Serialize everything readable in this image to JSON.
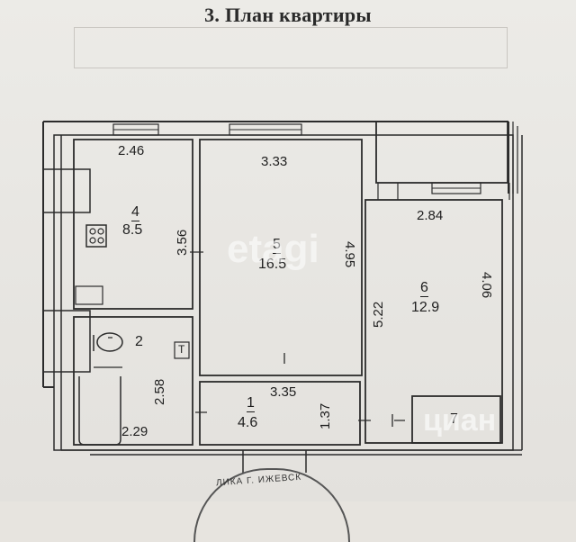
{
  "title": "3. План квартиры",
  "rooms": [
    {
      "number": "4",
      "area": "8.5",
      "dim_top": "2.46",
      "dim_side": "3.56"
    },
    {
      "number": "5",
      "area": "16.5",
      "dim_top": "3.33",
      "dim_side": "4.95",
      "dim_bottom": "3.35"
    },
    {
      "number": "6",
      "area": "12.9",
      "dim_top": "2.84",
      "dim_left": "5.22",
      "dim_right": "4.06"
    },
    {
      "number": "2",
      "dim_side": "2.58",
      "dim_bottom": "2.29"
    },
    {
      "number": "1",
      "area": "4.6",
      "dim_side": "1.37"
    },
    {
      "number": "7"
    }
  ],
  "stamp_text": "ЛИКА Г. ИЖЕВСК ",
  "watermark_center": "etagi",
  "watermark_corner": "циан",
  "colors": {
    "wall": "#2b2b2b",
    "paper": "#e7e4df"
  }
}
